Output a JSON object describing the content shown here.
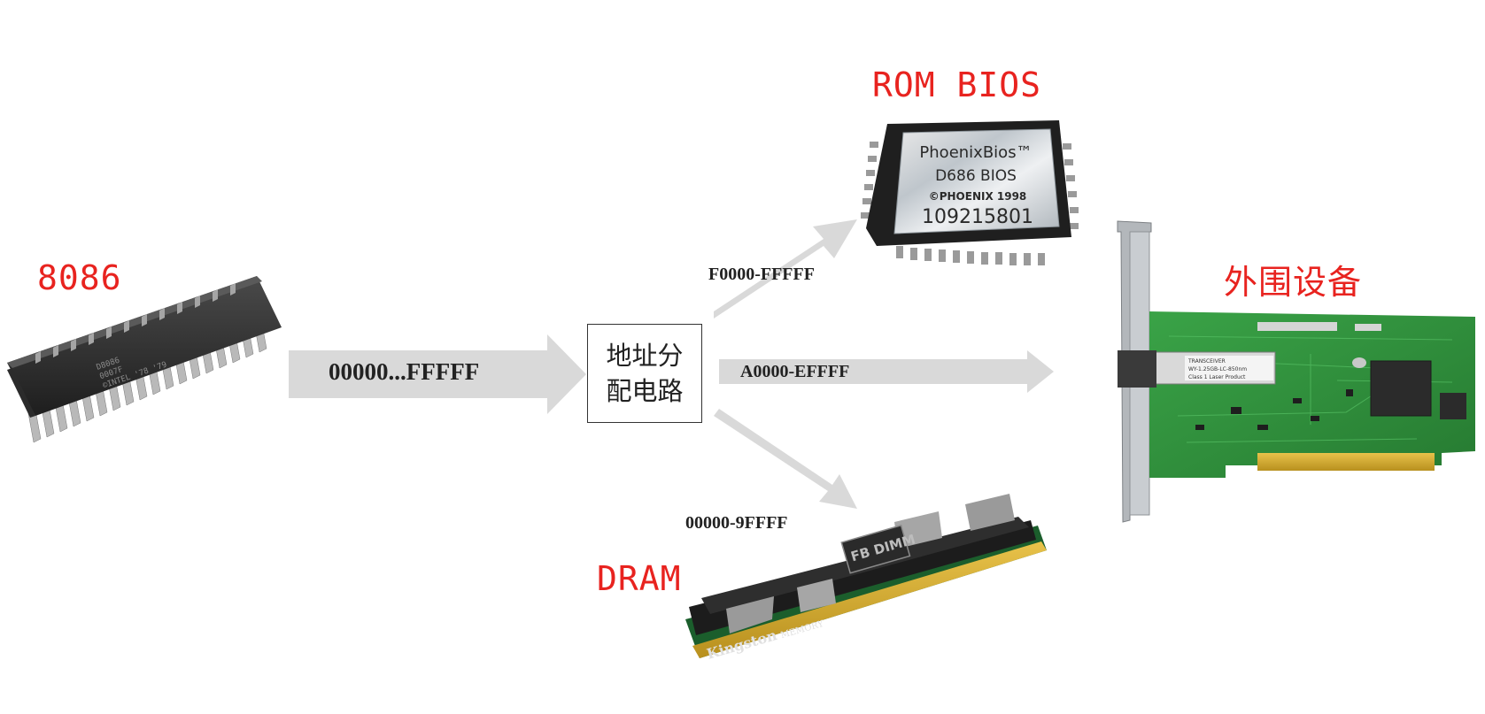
{
  "nodes": {
    "cpu": {
      "label": "8086",
      "chip_marking": [
        "D8086",
        "0007F",
        "©INTEL '78 '79"
      ]
    },
    "decoder": {
      "line1": "地址分",
      "line2": "配电路"
    },
    "rom": {
      "label": "ROM BIOS",
      "chip_text": [
        "PhoenixBios™",
        "D686 BIOS",
        "©PHOENIX 1998",
        "109215801"
      ]
    },
    "peripheral": {
      "label": "外围设备",
      "module_text": [
        "TRANSCEIVER",
        "WY-1.25GB-LC-850nm",
        "Class 1 Laser Product"
      ]
    },
    "dram": {
      "label": "DRAM",
      "module_text": [
        "Kingston",
        "MEMORY",
        "FB DIMM"
      ]
    }
  },
  "edges": {
    "cpu_to_decoder": "00000...FFFFF",
    "to_rom": "F0000-FFFFF",
    "to_peripheral": "A0000-EFFFF",
    "to_dram": "00000-9FFFF"
  },
  "colors": {
    "label_red": "#e8231f",
    "arrow_gray": "#d9d9d9",
    "pcb_green": "#2f8f3a"
  }
}
